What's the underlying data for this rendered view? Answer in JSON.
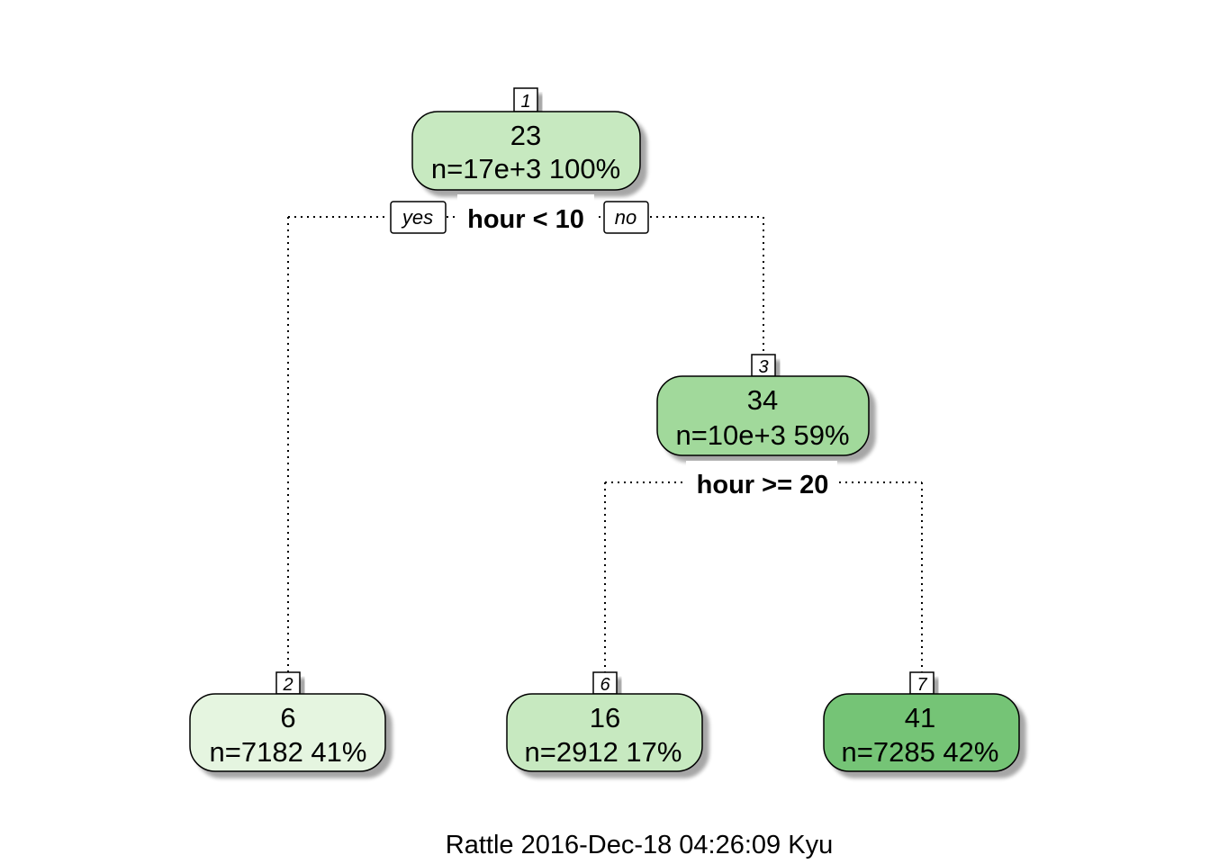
{
  "diagram": {
    "nodes": [
      {
        "id": "1",
        "value": "23",
        "stats": "n=17e+3  100%",
        "fill": "#c7e9c0"
      },
      {
        "id": "3",
        "value": "34",
        "stats": "n=10e+3  59%",
        "fill": "#a1d99b"
      },
      {
        "id": "2",
        "value": "6",
        "stats": "n=7182  41%",
        "fill": "#e5f5e0"
      },
      {
        "id": "6",
        "value": "16",
        "stats": "n=2912  17%",
        "fill": "#c7e9c0"
      },
      {
        "id": "7",
        "value": "41",
        "stats": "n=7285  42%",
        "fill": "#74c476"
      }
    ],
    "splits": [
      {
        "label": "hour < 10"
      },
      {
        "label": "hour >= 20"
      }
    ],
    "branch_tags": {
      "yes": "yes",
      "no": "no"
    },
    "footer": "Rattle 2016-Dec-18 04:26:09 Kyu"
  }
}
